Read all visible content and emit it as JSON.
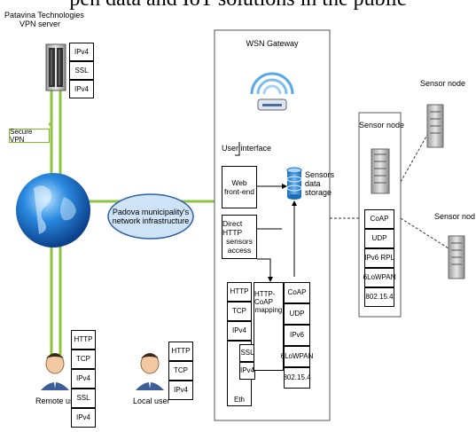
{
  "heading_text": "pen data and IoT solutions in the public",
  "vpn_server": {
    "line1": "Patavina Technologies",
    "line2": "VPN server",
    "stack": [
      "IPv4",
      "SSL",
      "IPv4"
    ]
  },
  "secure_vpn": "Secure VPN",
  "municipality": {
    "line1": "Padova municipality's",
    "line2": "network infrastructure"
  },
  "gateway": {
    "title": "WSN Gateway",
    "user_interface": "User interface",
    "web_frontend": {
      "line1": "Web",
      "line2": "front-end"
    },
    "direct_http": {
      "line1": "Direct HTTP",
      "line2": "sensors",
      "line3": "access"
    },
    "storage": {
      "line1": "Sensors",
      "line2": "data",
      "line3": "storage"
    },
    "stack_left": [
      "HTTP",
      "TCP",
      "IPv4"
    ],
    "stack_left_lower": [
      "SSL",
      "IPv4"
    ],
    "eth": "Eth",
    "mapping": {
      "line1": "HTTP-CoAP",
      "line2": "mapping"
    },
    "stack_right": [
      "CoAP",
      "UDP",
      "IPv6",
      "6LoWPAN",
      "802.15.4"
    ]
  },
  "sensor_panel": {
    "title": "Sensor node",
    "stack": [
      "CoAP",
      "UDP",
      "IPv6 RPL",
      "6LoWPAN",
      "802.15.4"
    ]
  },
  "sensor_top": "Sensor node",
  "sensor_right": "Sensor nod",
  "remote_user": {
    "label": "Remote user",
    "stack": [
      "HTTP",
      "TCP",
      "IPv4",
      "SSL",
      "IPv4"
    ]
  },
  "local_user": {
    "label": "Local user",
    "stack": [
      "HTTP",
      "TCP",
      "IPv4"
    ]
  },
  "colors": {
    "green_link": "#8cc63f",
    "cloud_fill": "#cfe3f7",
    "cloud_stroke": "#2f5fa8",
    "globe": "#1a6fc9"
  }
}
